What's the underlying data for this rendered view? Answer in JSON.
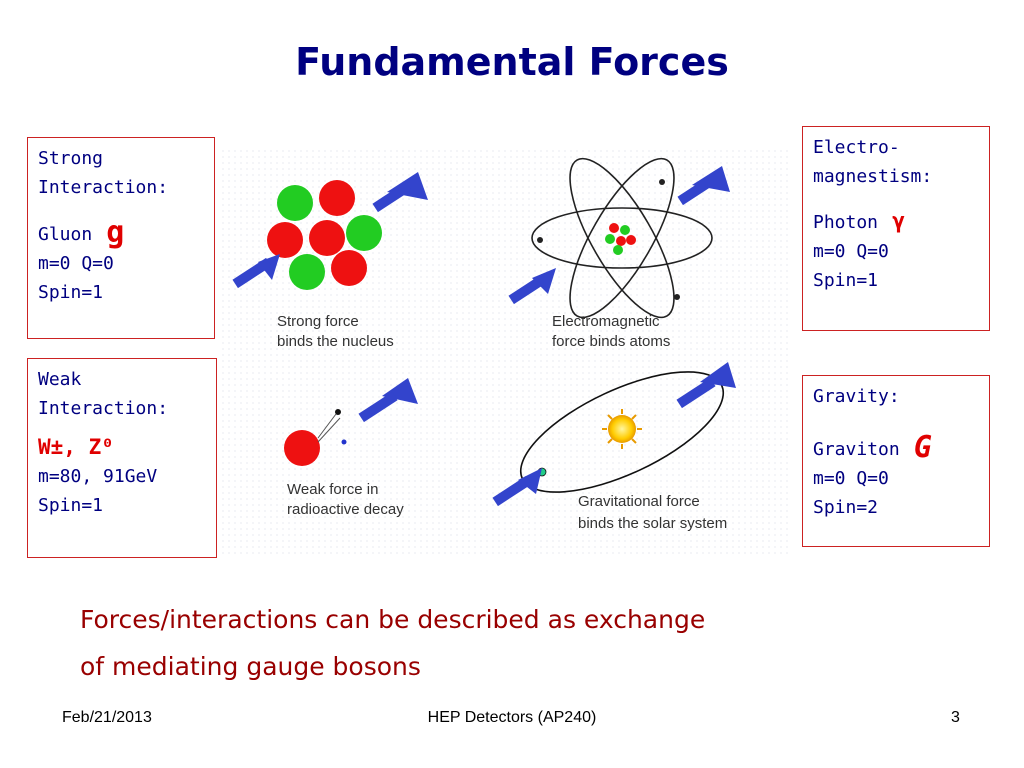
{
  "title": "Fundamental Forces",
  "boxes": {
    "strong": {
      "line1": "Strong",
      "line2": "Interaction:",
      "particle": "Gluon",
      "symbol": "g",
      "mass_charge": "m=0 Q=0",
      "spin": "Spin=1"
    },
    "weak": {
      "line1": "Weak",
      "line2": "Interaction:",
      "particle": "W±, Z⁰",
      "mass_charge": "m=80, 91GeV",
      "spin": "Spin=1"
    },
    "em": {
      "line1": "Electro-",
      "line2": "magnestism:",
      "particle": "Photon",
      "symbol": "γ",
      "mass_charge": "m=0 Q=0",
      "spin": "Spin=1"
    },
    "gravity": {
      "line1": "Gravity:",
      "particle": "Graviton",
      "symbol": "G",
      "mass_charge": "m=0 Q=0",
      "spin": "Spin=2"
    }
  },
  "figure": {
    "strong_caption": [
      "Strong force",
      "binds the nucleus"
    ],
    "em_caption": [
      "Electromagnetic",
      "force binds atoms"
    ],
    "weak_caption": [
      "Weak force in",
      "radioactive decay"
    ],
    "grav_caption": [
      "Gravitational force",
      "binds the solar system"
    ]
  },
  "caption": [
    "Forces/interactions can be described as exchange",
    "of mediating gauge bosons"
  ],
  "footer": {
    "date": "Feb/21/2013",
    "center": "HEP Detectors (AP240)",
    "page": "3"
  },
  "colors": {
    "title": "#000080",
    "box_border": "#cc2222",
    "symbol": "#e00000",
    "caption": "#990000",
    "arrow": "#3344cc",
    "proton": "#ee1111",
    "neutron": "#22cc22"
  }
}
